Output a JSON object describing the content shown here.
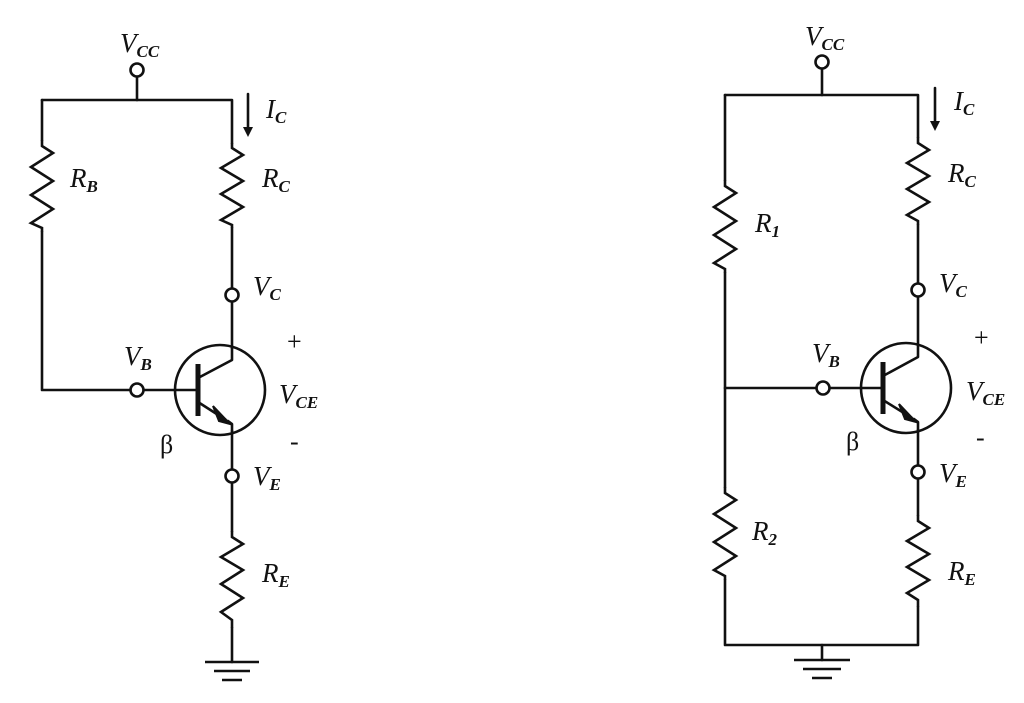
{
  "circuits": [
    {
      "labels": {
        "vcc": {
          "main": "V",
          "sub": "CC"
        },
        "ic": {
          "main": "I",
          "sub": "C"
        },
        "rb": {
          "main": "R",
          "sub": "B"
        },
        "rc": {
          "main": "R",
          "sub": "C"
        },
        "vc": {
          "main": "V",
          "sub": "C"
        },
        "vb": {
          "main": "V",
          "sub": "B"
        },
        "vce": {
          "main": "V",
          "sub": "CE"
        },
        "ve": {
          "main": "V",
          "sub": "E"
        },
        "re": {
          "main": "R",
          "sub": "E"
        },
        "beta": "β",
        "plus": "+",
        "minus": "-"
      }
    },
    {
      "labels": {
        "vcc": {
          "main": "V",
          "sub": "CC"
        },
        "ic": {
          "main": "I",
          "sub": "C"
        },
        "r1": {
          "main": "R",
          "sub": "1"
        },
        "rc": {
          "main": "R",
          "sub": "C"
        },
        "vc": {
          "main": "V",
          "sub": "C"
        },
        "vb": {
          "main": "V",
          "sub": "B"
        },
        "vce": {
          "main": "V",
          "sub": "CE"
        },
        "ve": {
          "main": "V",
          "sub": "E"
        },
        "r2": {
          "main": "R",
          "sub": "2"
        },
        "re": {
          "main": "R",
          "sub": "E"
        },
        "beta": "β",
        "plus": "+",
        "minus": "-"
      }
    }
  ]
}
